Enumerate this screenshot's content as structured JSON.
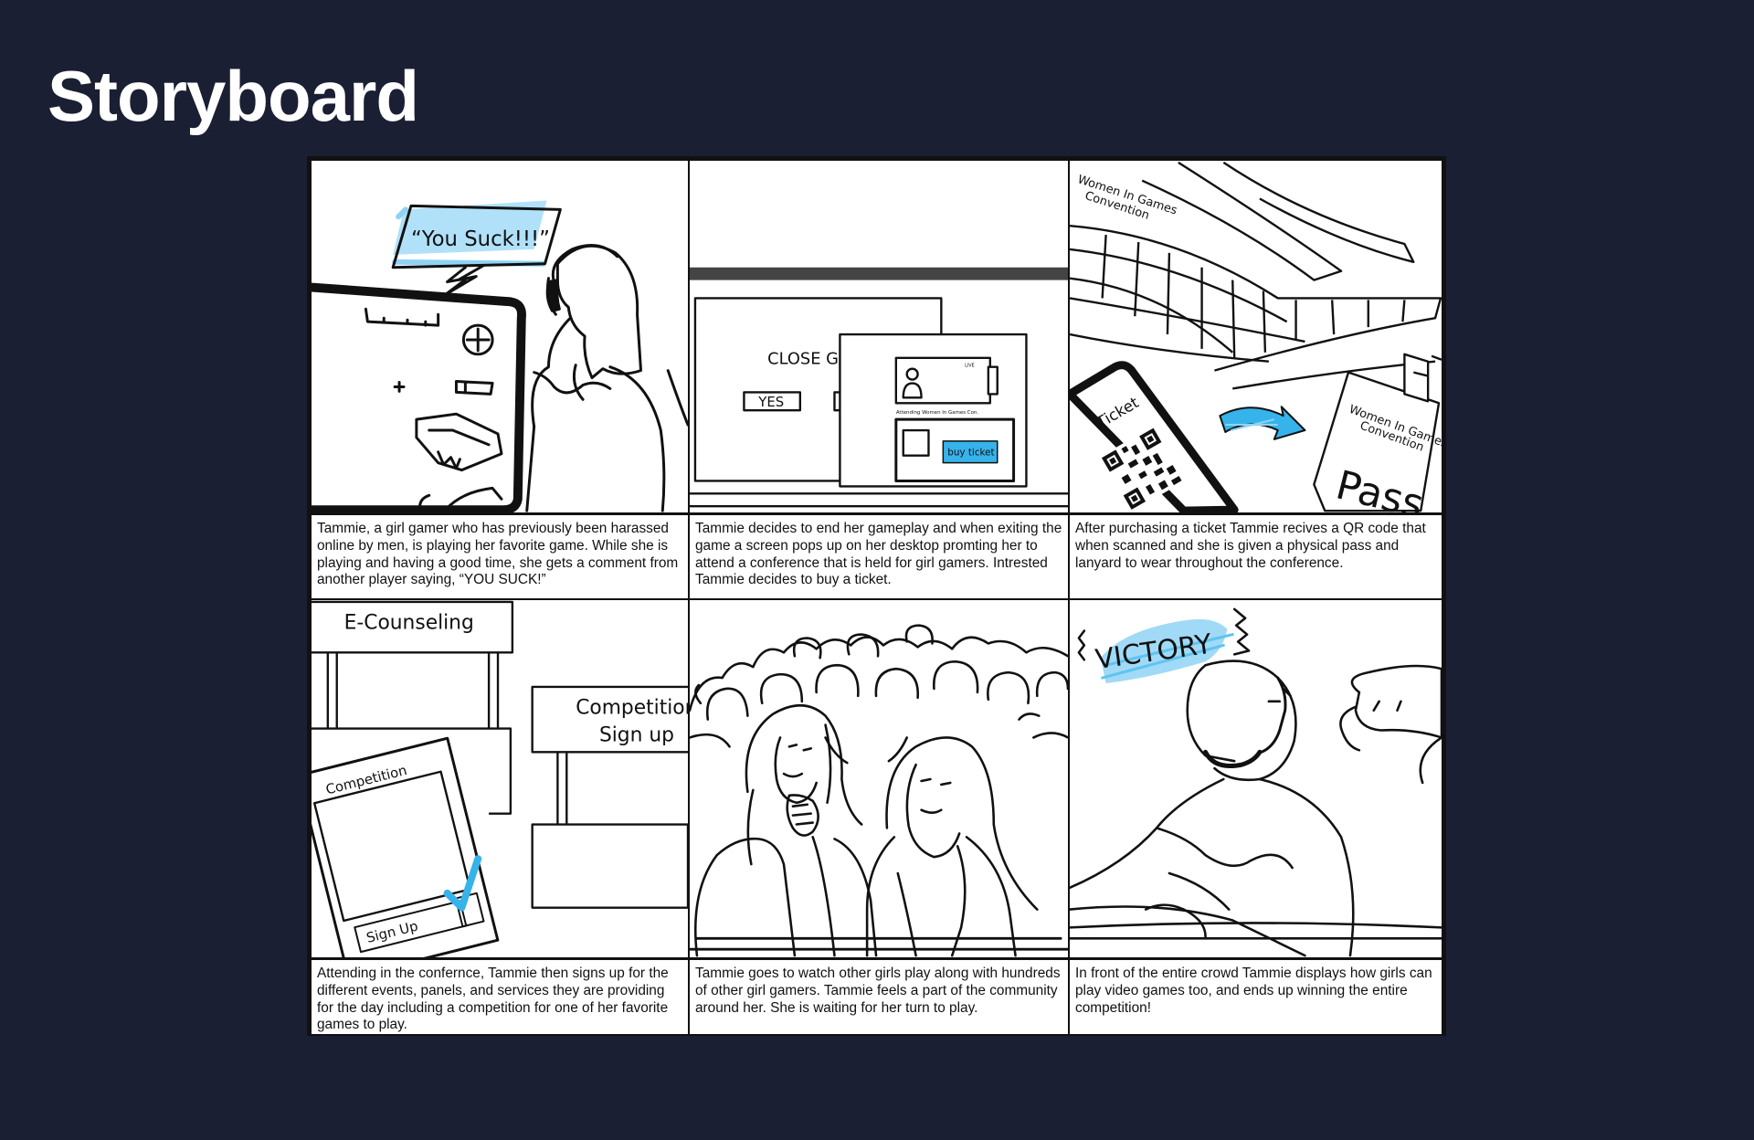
{
  "title": "Storyboard",
  "accent_color": "#36b3ea",
  "background_color": "#1b1f33",
  "panels": [
    {
      "caption": "Tammie, a girl gamer who has previously been harassed online by men, is playing her favorite game. While she is playing and having a good time, she gets a comment from another player saying, “YOU SUCK!”",
      "speech": "“You Suck!!!”"
    },
    {
      "caption": "Tammie decides to end her gameplay and when exiting the game a screen pops up on her desktop promting her to attend a conference that is held for girl gamers. Intrested Tammie decides to buy a ticket.",
      "dialog_text": "CLOSE GA",
      "yes_label": "YES",
      "ad_text": "Attending Women In Games Con.",
      "live_label": "LIVE",
      "buy_label": "buy ticket"
    },
    {
      "caption": "After purchasing a ticket Tammie recives a QR code that when scanned and she is given a physical pass and lanyard to wear throughout the conference.",
      "sign_line1": "Women In Games",
      "sign_line2": "Convention",
      "ticket_label": "Ticket",
      "pass_line1": "Women In Games",
      "pass_line2": "Convention",
      "pass_label": "Pass"
    },
    {
      "caption": "Attending in the confernce, Tammie then signs up for the different events, panels, and services they are providing for the day including a competition for one of her favorite games to play.",
      "booth1": "E-Counseling",
      "booth2_line1": "Competition",
      "booth2_line2": "Sign up",
      "form_title": "Competition",
      "form_button": "Sign Up"
    },
    {
      "caption": "Tammie goes to watch other girls play along with hundreds of other girl gamers. Tammie feels a part of the community around her. She is waiting for her turn to play."
    },
    {
      "caption": "In front of the entire crowd Tammie displays how girls can play video games too, and ends up winning the entire competition!",
      "victory": "VICTORY"
    }
  ]
}
